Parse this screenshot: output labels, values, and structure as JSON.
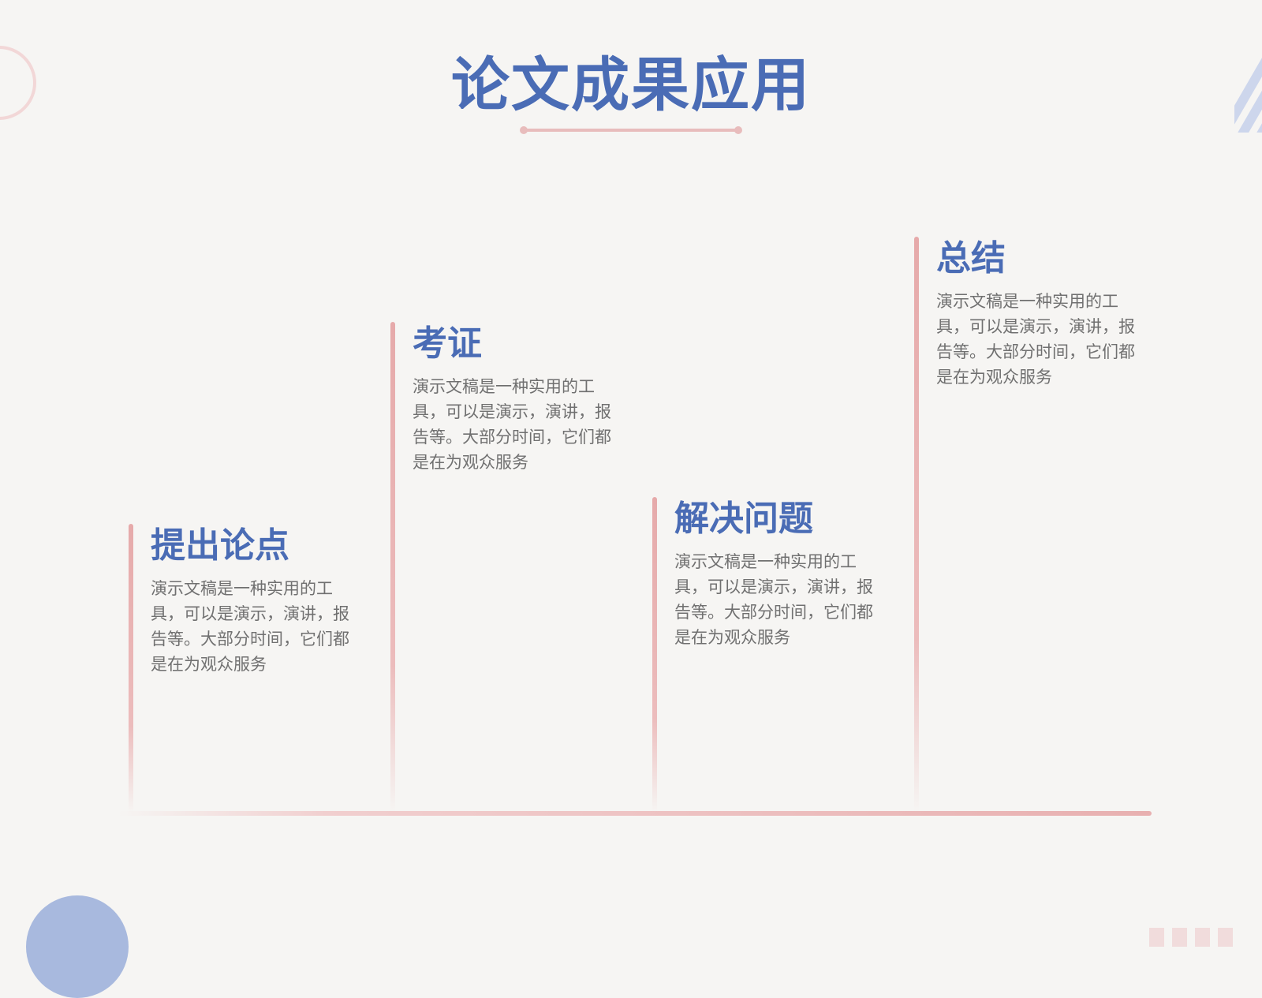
{
  "slide": {
    "title": "论文成果应用",
    "colors": {
      "title": "#4a6cb5",
      "accent_pink": "#e8b0b0",
      "body_text": "#707070",
      "background": "#f6f5f3",
      "deco_blue": "#a8b9de"
    }
  },
  "steps": [
    {
      "heading": "提出论点",
      "body": "演示文稿是一种实用的工具，可以是演示，演讲，报告等。大部分时间，它们都是在为观众服务"
    },
    {
      "heading": "考证",
      "body": "演示文稿是一种实用的工具，可以是演示，演讲，报告等。大部分时间，它们都是在为观众服务"
    },
    {
      "heading": "解决问题",
      "body": "演示文稿是一种实用的工具，可以是演示，演讲，报告等。大部分时间，它们都是在为观众服务"
    },
    {
      "heading": "总结",
      "body": "演示文稿是一种实用的工具，可以是演示，演讲，报告等。大部分时间，它们都是在为观众服务"
    }
  ]
}
